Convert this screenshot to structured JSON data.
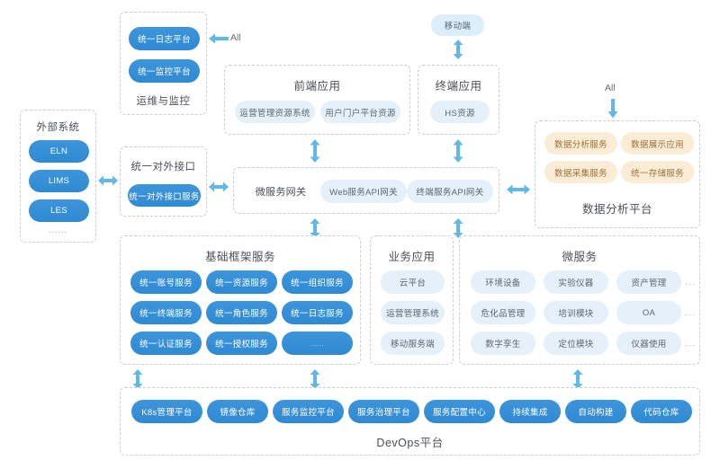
{
  "diagram": {
    "title": "Platform Architecture Diagram",
    "colors": {
      "solid_pill": "#2f8ad3",
      "light_pill": "#e4f1fb",
      "tan_pill": "#fbecd5",
      "arrow": "#5fb8e8",
      "border": "#c9cdd4",
      "text": "#4a4f57"
    }
  },
  "external_systems": {
    "title": "外部系统",
    "items": [
      "ELN",
      "LIMS",
      "LES"
    ],
    "more": "......"
  },
  "ops_monitoring": {
    "title": "运维与监控",
    "items": [
      "统一日志平台",
      "统一监控平台"
    ],
    "label": "All"
  },
  "external_interface": {
    "title": "统一对外接口",
    "items": [
      "统一对外接口服务"
    ]
  },
  "mobile": {
    "label": "移动端"
  },
  "frontend_apps": {
    "title": "前端应用",
    "items": [
      "运营管理资源系统",
      "用户门户平台资源"
    ]
  },
  "terminal_apps": {
    "title": "终端应用",
    "items": [
      "HS资源"
    ]
  },
  "gateway": {
    "title": "微服务网关",
    "items": [
      "Web服务API网关",
      "终端服务API网关"
    ]
  },
  "data_platform": {
    "title": "数据分析平台",
    "label": "All",
    "items": [
      "数据分析服务",
      "数据展示应用",
      "数据采集服务",
      "统一存储服务"
    ]
  },
  "framework_services": {
    "title": "基础框架服务",
    "items": [
      "统一账号服务",
      "统一资源服务",
      "统一组织服务",
      "统一终端服务",
      "统一角色服务",
      "统一日志服务",
      "统一认证服务",
      "统一授权服务",
      "......"
    ]
  },
  "business_apps": {
    "title": "业务应用",
    "items": [
      "云平台",
      "运营管理系统",
      "移动服务端"
    ]
  },
  "microservices": {
    "title": "微服务",
    "items": [
      "环境设备",
      "实验仪器",
      "资产管理",
      "危化品管理",
      "培训模块",
      "OA",
      "数字孪生",
      "定位模块",
      "仪器使用"
    ],
    "ellipsis": "..."
  },
  "devops": {
    "title": "DevOps平台",
    "items": [
      "K8s管理平台",
      "镜像仓库",
      "服务监控平台",
      "服务治理平台",
      "服务配置中心",
      "持续集成",
      "自动构建",
      "代码仓库"
    ]
  }
}
